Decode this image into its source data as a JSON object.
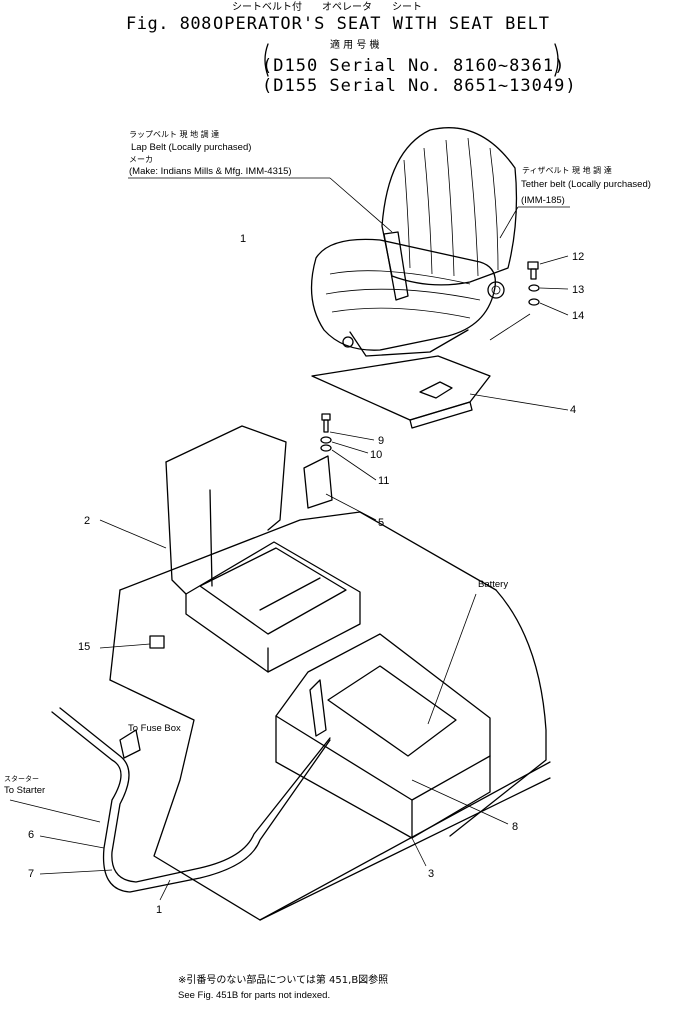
{
  "header": {
    "jp_title_line": "シートベルト付　　オペレータ　　シート",
    "fig_label": "Fig. 808",
    "title": "OPERATOR'S SEAT WITH SEAT BELT",
    "applicable_jp": "適 用 号 機",
    "serial_1": "(D150 Serial No. 8160~8361)",
    "serial_2": "(D155 Serial No. 8651~13049)",
    "paren_open": "(",
    "paren_close": ")"
  },
  "callouts": {
    "lap_belt_jp": "ラップベルト 現 地 調 達",
    "lap_belt": "Lap Belt (Locally purchased)",
    "maker_jp": "メーカ",
    "maker": "(Make: Indians Mills & Mfg. IMM-4315)",
    "tether_jp": "ティザベルト 現 地 調 達",
    "tether": "Tether belt (Locally purchased)",
    "tether_part": "(IMM-185)",
    "battery": "Battery",
    "fuse_box": "To Fuse Box",
    "starter_jp": "スターター",
    "starter": "To Starter"
  },
  "part_numbers": [
    "1",
    "2",
    "3",
    "4",
    "5",
    "6",
    "7",
    "8",
    "9",
    "10",
    "11",
    "12",
    "13",
    "14",
    "15",
    "1"
  ],
  "footer": {
    "note_jp": "※引番号のない部品については第 451,B図参照",
    "note": "See Fig. 451B for parts not indexed."
  }
}
